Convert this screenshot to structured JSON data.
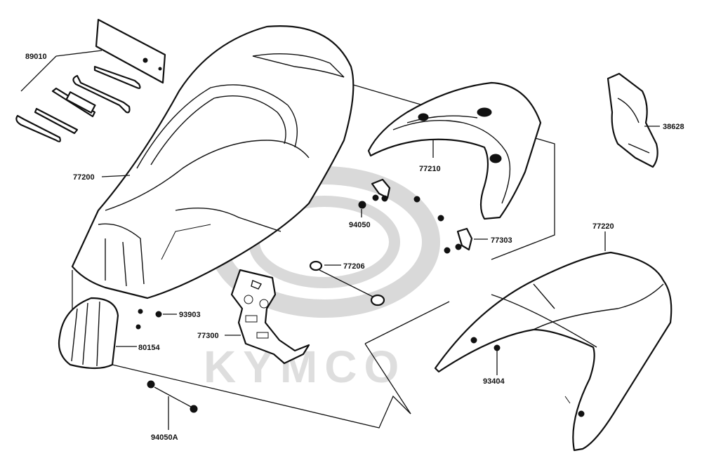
{
  "watermark": {
    "text": "KYMCO",
    "color": "#d9d9d9"
  },
  "callouts": {
    "c89010": "89010",
    "c77200": "77200",
    "c77210": "77210",
    "c38628": "38628",
    "c94050": "94050",
    "c77303": "77303",
    "c77220": "77220",
    "c77206": "77206",
    "c93903": "93903",
    "c77300": "77300",
    "c80154": "80154",
    "c93404": "93404",
    "c94050A": "94050A"
  },
  "colors": {
    "line": "#111111",
    "background": "#ffffff"
  }
}
